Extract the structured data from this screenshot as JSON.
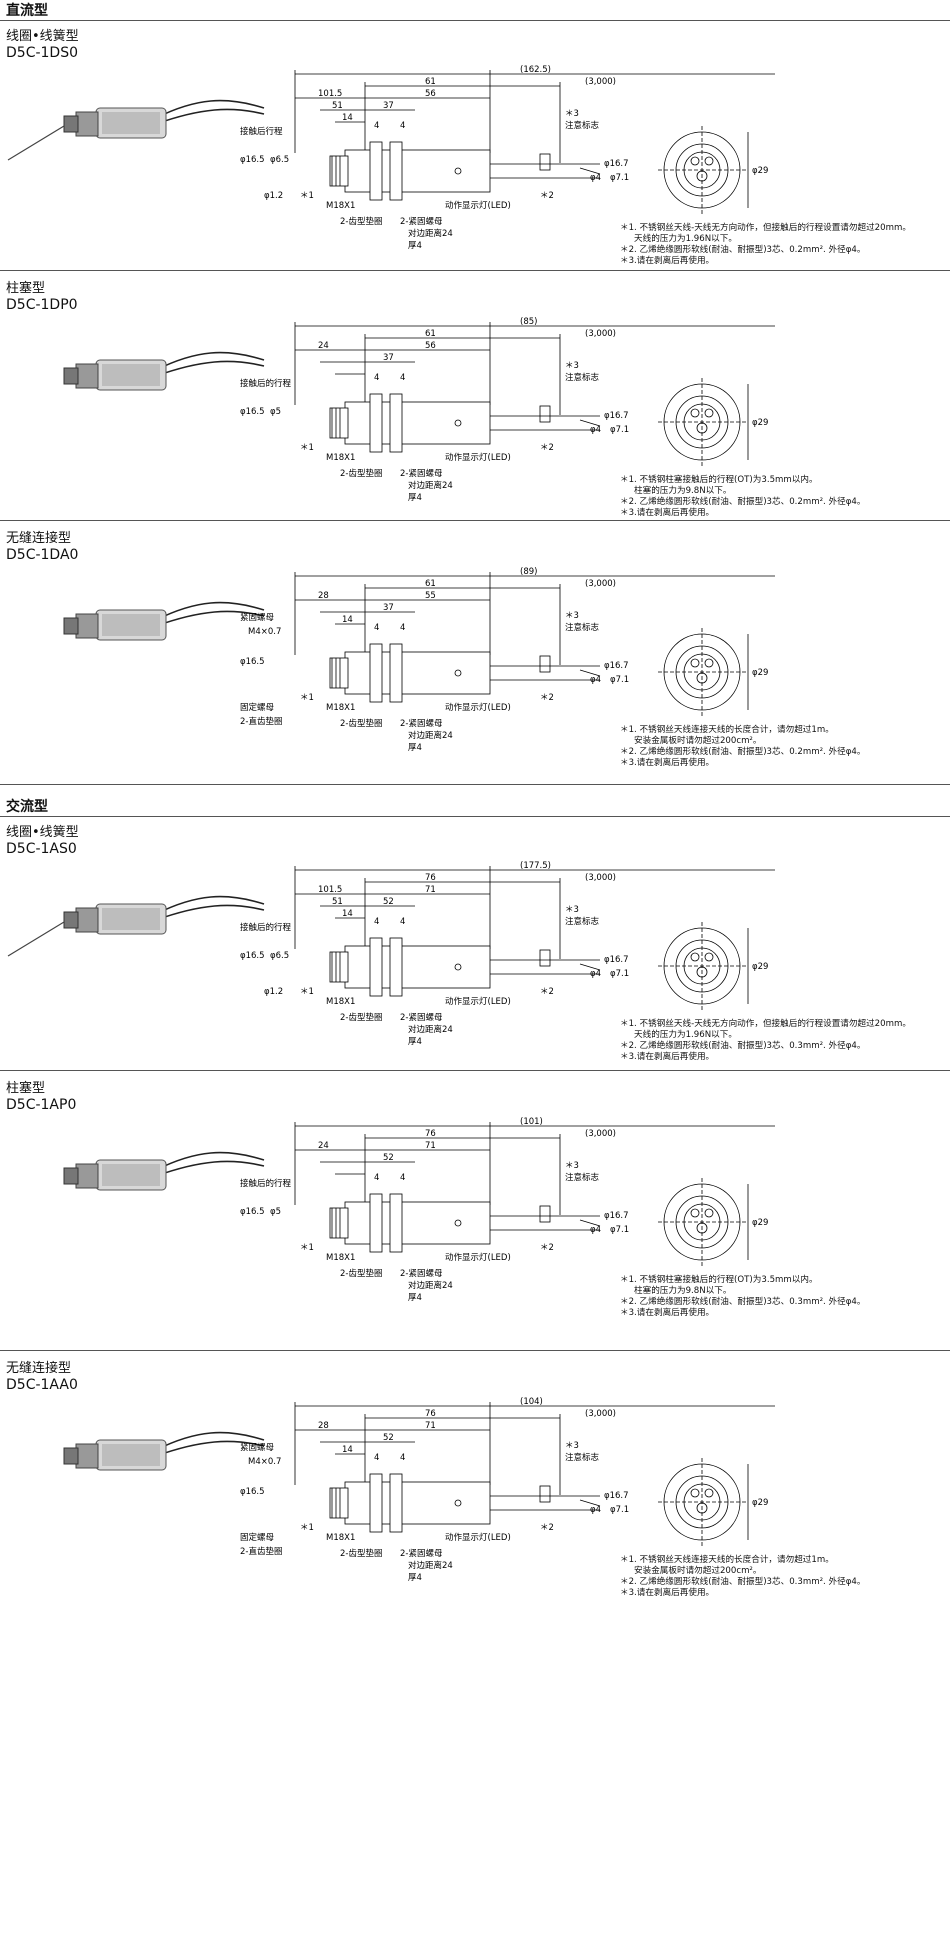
{
  "sections": [
    {
      "heading": "直流型",
      "products": [
        {
          "type_name": "线圈•线簧型",
          "model": "D5C-1DS0",
          "variant": "spring",
          "dims": {
            "overall": "(162.5)",
            "body": "61",
            "cable": "(3,000)",
            "left": "101.5",
            "d56": "56",
            "d51": "51",
            "d37": "37",
            "d14": "14",
            "d4a": "4",
            "d4b": "4",
            "phi165": "φ16.5",
            "phi65": "φ6.5",
            "phi12": "φ1.2",
            "phi167": "φ16.7",
            "phi4": "φ4",
            "phi71": "φ7.1",
            "phi29": "φ29",
            "star1": "＊1",
            "star2": "＊2",
            "star3": "＊3"
          },
          "labels": {
            "after_contact": "接触后行程",
            "thread": "M18X1",
            "gear_washer": "2-齿型垫圈",
            "lock_nut": "2-紧固螺母",
            "across_flats": "对边距离24",
            "thickness": "厚4",
            "led": "动作显示灯(LED)",
            "caution": "注意标志"
          },
          "notes": [
            "＊1. 不锈钢丝天线-天线无方向动作，但接触后的行程设置请勿超过20mm。",
            "天线的压力为1.96N以下。",
            "＊2. 乙烯绝缘圆形软线(耐油、耐振型)3芯、0.2mm². 外径φ4。",
            "＊3.请在剥离后再使用。"
          ]
        },
        {
          "type_name": "柱塞型",
          "model": "D5C-1DP0",
          "variant": "plunger",
          "dims": {
            "overall": "(85)",
            "body": "61",
            "cable": "(3,000)",
            "left": "24",
            "d56": "56",
            "d37": "37",
            "d4a": "4",
            "d4b": "4",
            "phi165": "φ16.5",
            "phi5": "φ5",
            "phi167": "φ16.7",
            "phi4": "φ4",
            "phi71": "φ7.1",
            "phi29": "φ29",
            "star1": "＊1",
            "star2": "＊2",
            "star3": "＊3"
          },
          "labels": {
            "after_contact": "接触后的行程",
            "thread": "M18X1",
            "gear_washer": "2-齿型垫圈",
            "lock_nut": "2-紧固螺母",
            "across_flats": "对边距离24",
            "thickness": "厚4",
            "led": "动作显示灯(LED)",
            "caution": "注意标志"
          },
          "notes": [
            "＊1. 不锈钢柱塞接触后的行程(OT)为3.5mm以内。",
            "柱塞的压力为9.8N以下。",
            "＊2. 乙烯绝缘圆形软线(耐油、耐振型)3芯、0.2mm². 外径φ4。",
            "＊3.请在剥离后再使用。"
          ]
        },
        {
          "type_name": "无缝连接型",
          "model": "D5C-1DA0",
          "variant": "seamless",
          "dims": {
            "overall": "(89)",
            "body": "61",
            "cable": "(3,000)",
            "left": "28",
            "d56": "55",
            "d37": "37",
            "d14": "14",
            "d4a": "4",
            "d4b": "4",
            "m4": "M4×0.7",
            "phi165": "φ16.5",
            "phi167": "φ16.7",
            "phi4": "φ4",
            "phi71": "φ7.1",
            "phi29": "φ29",
            "star1": "＊1",
            "star2": "＊2",
            "star3": "＊3"
          },
          "labels": {
            "top_nut": "紧固螺母",
            "fix_nut": "固定螺母",
            "straight_washer": "2-直齿垫圈",
            "thread": "M18X1",
            "gear_washer": "2-齿型垫圈",
            "lock_nut": "2-紧固螺母",
            "across_flats": "对边距离24",
            "thickness": "厚4",
            "led": "动作显示灯(LED)",
            "caution": "注意标志"
          },
          "notes": [
            "＊1. 不锈钢丝天线连接天线的长度合计，请勿超过1m。",
            "安装金属板时请勿超过200cm²。",
            "＊2. 乙烯绝缘圆形软线(耐油、耐振型)3芯、0.2mm². 外径φ4。",
            "＊3.请在剥离后再使用。"
          ]
        }
      ]
    },
    {
      "heading": "交流型",
      "products": [
        {
          "type_name": "线圈•线簧型",
          "model": "D5C-1AS0",
          "variant": "spring",
          "dims": {
            "overall": "(177.5)",
            "body": "76",
            "cable": "(3,000)",
            "left": "101.5",
            "d56": "71",
            "d51": "51",
            "d37": "52",
            "d14": "14",
            "d4a": "4",
            "d4b": "4",
            "phi165": "φ16.5",
            "phi65": "φ6.5",
            "phi12": "φ1.2",
            "phi167": "φ16.7",
            "phi4": "φ4",
            "phi71": "φ7.1",
            "phi29": "φ29",
            "star1": "＊1",
            "star2": "＊2",
            "star3": "＊3"
          },
          "labels": {
            "after_contact": "接触后的行程",
            "thread": "M18X1",
            "gear_washer": "2-齿型垫圈",
            "lock_nut": "2-紧固螺母",
            "across_flats": "对边距离24",
            "thickness": "厚4",
            "led": "动作显示灯(LED)",
            "caution": "注意标志"
          },
          "notes": [
            "＊1. 不锈钢丝天线-天线无方向动作，但接触后的行程设置请勿超过20mm。",
            "天线的压力为1.96N以下。",
            "＊2. 乙烯绝缘圆形软线(耐油、耐振型)3芯、0.3mm². 外径φ4。",
            "＊3.请在剥离后再使用。"
          ]
        },
        {
          "type_name": "柱塞型",
          "model": "D5C-1AP0",
          "variant": "plunger",
          "dims": {
            "overall": "(101)",
            "body": "76",
            "cable": "(3,000)",
            "left": "24",
            "d56": "71",
            "d37": "52",
            "d4a": "4",
            "d4b": "4",
            "phi165": "φ16.5",
            "phi5": "φ5",
            "phi167": "φ16.7",
            "phi4": "φ4",
            "phi71": "φ7.1",
            "phi29": "φ29",
            "star1": "＊1",
            "star2": "＊2",
            "star3": "＊3"
          },
          "labels": {
            "after_contact": "接触后的行程",
            "thread": "M18X1",
            "gear_washer": "2-齿型垫圈",
            "lock_nut": "2-紧固螺母",
            "across_flats": "对边距离24",
            "thickness": "厚4",
            "led": "动作显示灯(LED)",
            "caution": "注意标志"
          },
          "notes": [
            "＊1. 不锈钢柱塞接触后的行程(OT)为3.5mm以内。",
            "柱塞的压力为9.8N以下。",
            "＊2. 乙烯绝缘圆形软线(耐油、耐振型)3芯、0.3mm². 外径φ4。",
            "＊3.请在剥离后再使用。"
          ]
        },
        {
          "type_name": "无缝连接型",
          "model": "D5C-1AA0",
          "variant": "seamless",
          "dims": {
            "overall": "(104)",
            "body": "76",
            "cable": "(3,000)",
            "left": "28",
            "d56": "71",
            "d37": "52",
            "d14": "14",
            "d4a": "4",
            "d4b": "4",
            "m4": "M4×0.7",
            "phi165": "φ16.5",
            "phi167": "φ16.7",
            "phi4": "φ4",
            "phi71": "φ7.1",
            "phi29": "φ29",
            "star1": "＊1",
            "star2": "＊2",
            "star3": "＊3"
          },
          "labels": {
            "top_nut": "紧固螺母",
            "fix_nut": "固定螺母",
            "straight_washer": "2-直齿垫圈",
            "thread": "M18X1",
            "gear_washer": "2-齿型垫圈",
            "lock_nut": "2-紧固螺母",
            "across_flats": "对边距离24",
            "thickness": "厚4",
            "led": "动作显示灯(LED)",
            "caution": "注意标志"
          },
          "notes": [
            "＊1. 不锈钢丝天线连接天线的长度合计，请勿超过1m。",
            "安装金属板时请勿超过200cm²。",
            "＊2. 乙烯绝缘圆形软线(耐油、耐振型)3芯、0.3mm². 外径φ4。",
            "＊3.请在剥离后再使用。"
          ]
        }
      ]
    }
  ]
}
